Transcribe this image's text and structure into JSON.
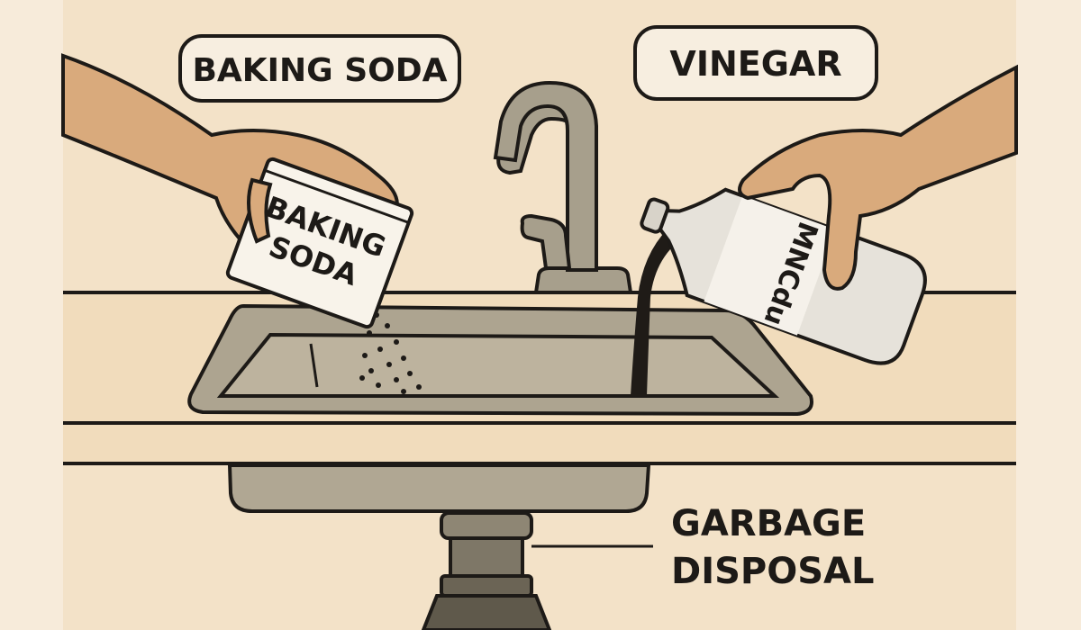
{
  "labels": {
    "baking_soda_tag": "BAKING SODA",
    "vinegar_tag": "VINEGAR",
    "box_text_line1": "BAKING",
    "box_text_line2": "SODA",
    "bottle_label": "MNCdu",
    "disposal_line1": "GARBAGE",
    "disposal_line2": "DISPOSAL"
  },
  "colors": {
    "background": "#f3e2c8",
    "skin": "#d9aa7c",
    "sink_metal": "#ada490",
    "disposal": "#6b6455",
    "outline": "#1d1a17",
    "vinegar_stream": "#1f1b17"
  }
}
